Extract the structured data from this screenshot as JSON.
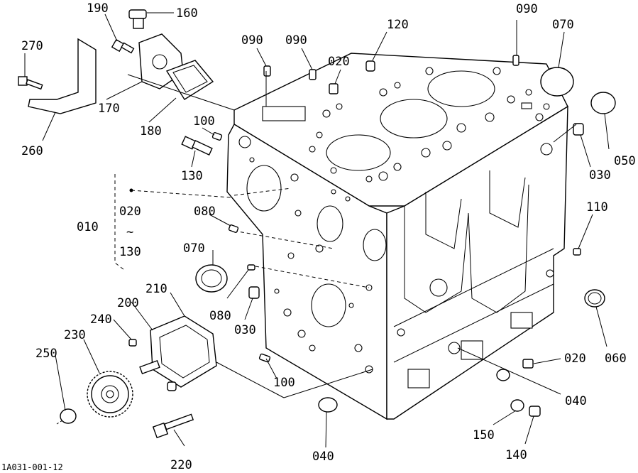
{
  "diagram": {
    "drawing_id": "1A031-001-12",
    "labels": {
      "l160": "160",
      "l190": "190",
      "l270": "270",
      "l170": "170",
      "l180": "180",
      "l260": "260",
      "l090a": "090",
      "l090b": "090",
      "l120": "120",
      "l020top": "020",
      "l090c": "090",
      "l070top": "070",
      "l050": "050",
      "l030right": "030",
      "l100top": "100",
      "l130": "130",
      "l010": "010",
      "l020range": "020",
      "ltilde": "~",
      "l130range": "130",
      "l080top": "080",
      "l110": "110",
      "l070mid": "070",
      "l080bot": "080",
      "l030mid": "030",
      "l210": "210",
      "l200": "200",
      "l240": "240",
      "l230": "230",
      "l250": "250",
      "l100bot": "100",
      "l060": "060",
      "l020bot": "020",
      "l040right": "040",
      "l040bot": "040",
      "l150": "150",
      "l140": "140",
      "l220": "220"
    }
  }
}
